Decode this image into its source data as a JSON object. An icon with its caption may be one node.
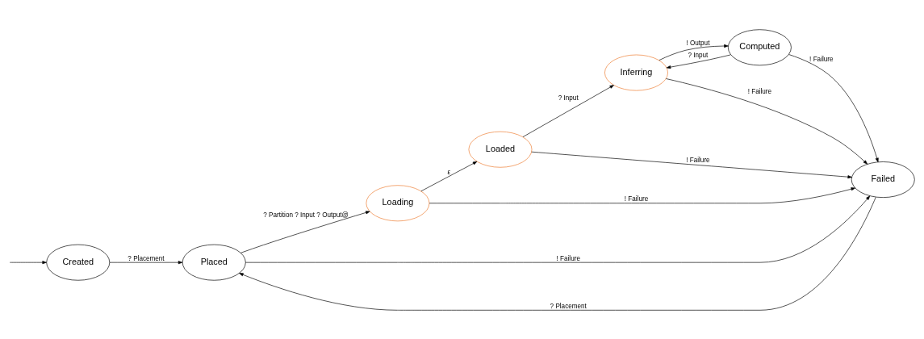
{
  "diagram": {
    "nodes": [
      {
        "text": [
          "Created"
        ]
      },
      {
        "text": [
          "Placed"
        ]
      },
      {
        "text": [
          "Loading"
        ]
      },
      {
        "text": [
          "Loaded"
        ]
      },
      {
        "text": [
          "Inferring"
        ]
      },
      {
        "text": [
          "Computed"
        ]
      },
      {
        "text": [
          "Failed"
        ]
      }
    ],
    "edges": [
      {
        "from": null,
        "to": 0,
        "arrow": "to"
      },
      {
        "from": 0,
        "to": 1,
        "arrow": "to",
        "label": "? Placement"
      },
      {
        "from": 1,
        "to": 2,
        "arrow": "to",
        "label": "? Partition ? Input ? Output@"
      },
      {
        "from": 2,
        "to": 3,
        "arrow": "to",
        "label": "ε"
      },
      {
        "from": 3,
        "to": 4,
        "arrow": "to",
        "label": "? Input"
      },
      {
        "from": 4,
        "to": 5,
        "arrow": "to",
        "label": "! Output"
      },
      {
        "from": 5,
        "to": 4,
        "arrow": "to",
        "label": "? Input"
      },
      {
        "from": 1,
        "to": 6,
        "arrow": "to",
        "label": "! Failure"
      },
      {
        "from": 6,
        "to": 1,
        "arrow": "to",
        "label": "? Placement"
      },
      {
        "from": 2,
        "to": 6,
        "arrow": "to",
        "label": "! Failure"
      },
      {
        "from": 3,
        "to": 6,
        "arrow": "to",
        "label": "! Failure"
      },
      {
        "from": 4,
        "to": 6,
        "arrow": "to",
        "label": "! Failure"
      },
      {
        "from": 5,
        "to": 6,
        "arrow": "to",
        "label": "! Failure"
      }
    ]
  }
}
